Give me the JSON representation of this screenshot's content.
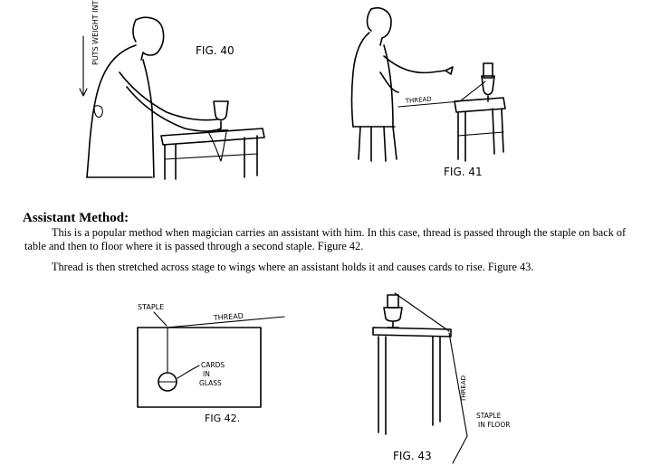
{
  "fig40": {
    "caption": "FIG. 40",
    "side_note": "PUTS WEIGHT INTO POCKET"
  },
  "fig41": {
    "caption": "FIG. 41",
    "thread_label": "THREAD"
  },
  "section": {
    "heading": "Assistant Method:",
    "paragraph1": "This is a popular method when magician carries an assistant with him. In this case, thread is passed through the staple on back of table and then to floor where it is passed through a second staple. Figure 42.",
    "paragraph2": "Thread is then stretched across stage to wings where an assistant holds it and causes cards to rise. Figure 43."
  },
  "fig42": {
    "caption": "FIG 42.",
    "staple_label": "STAPLE",
    "thread_label": "THREAD",
    "cards_line1": "CARDS",
    "cards_line2": "IN",
    "cards_line3": "GLASS"
  },
  "fig43": {
    "caption": "FIG. 43",
    "thread_label": "THREAD",
    "staple_line1": "STAPLE",
    "staple_line2": "IN FLOOR"
  }
}
